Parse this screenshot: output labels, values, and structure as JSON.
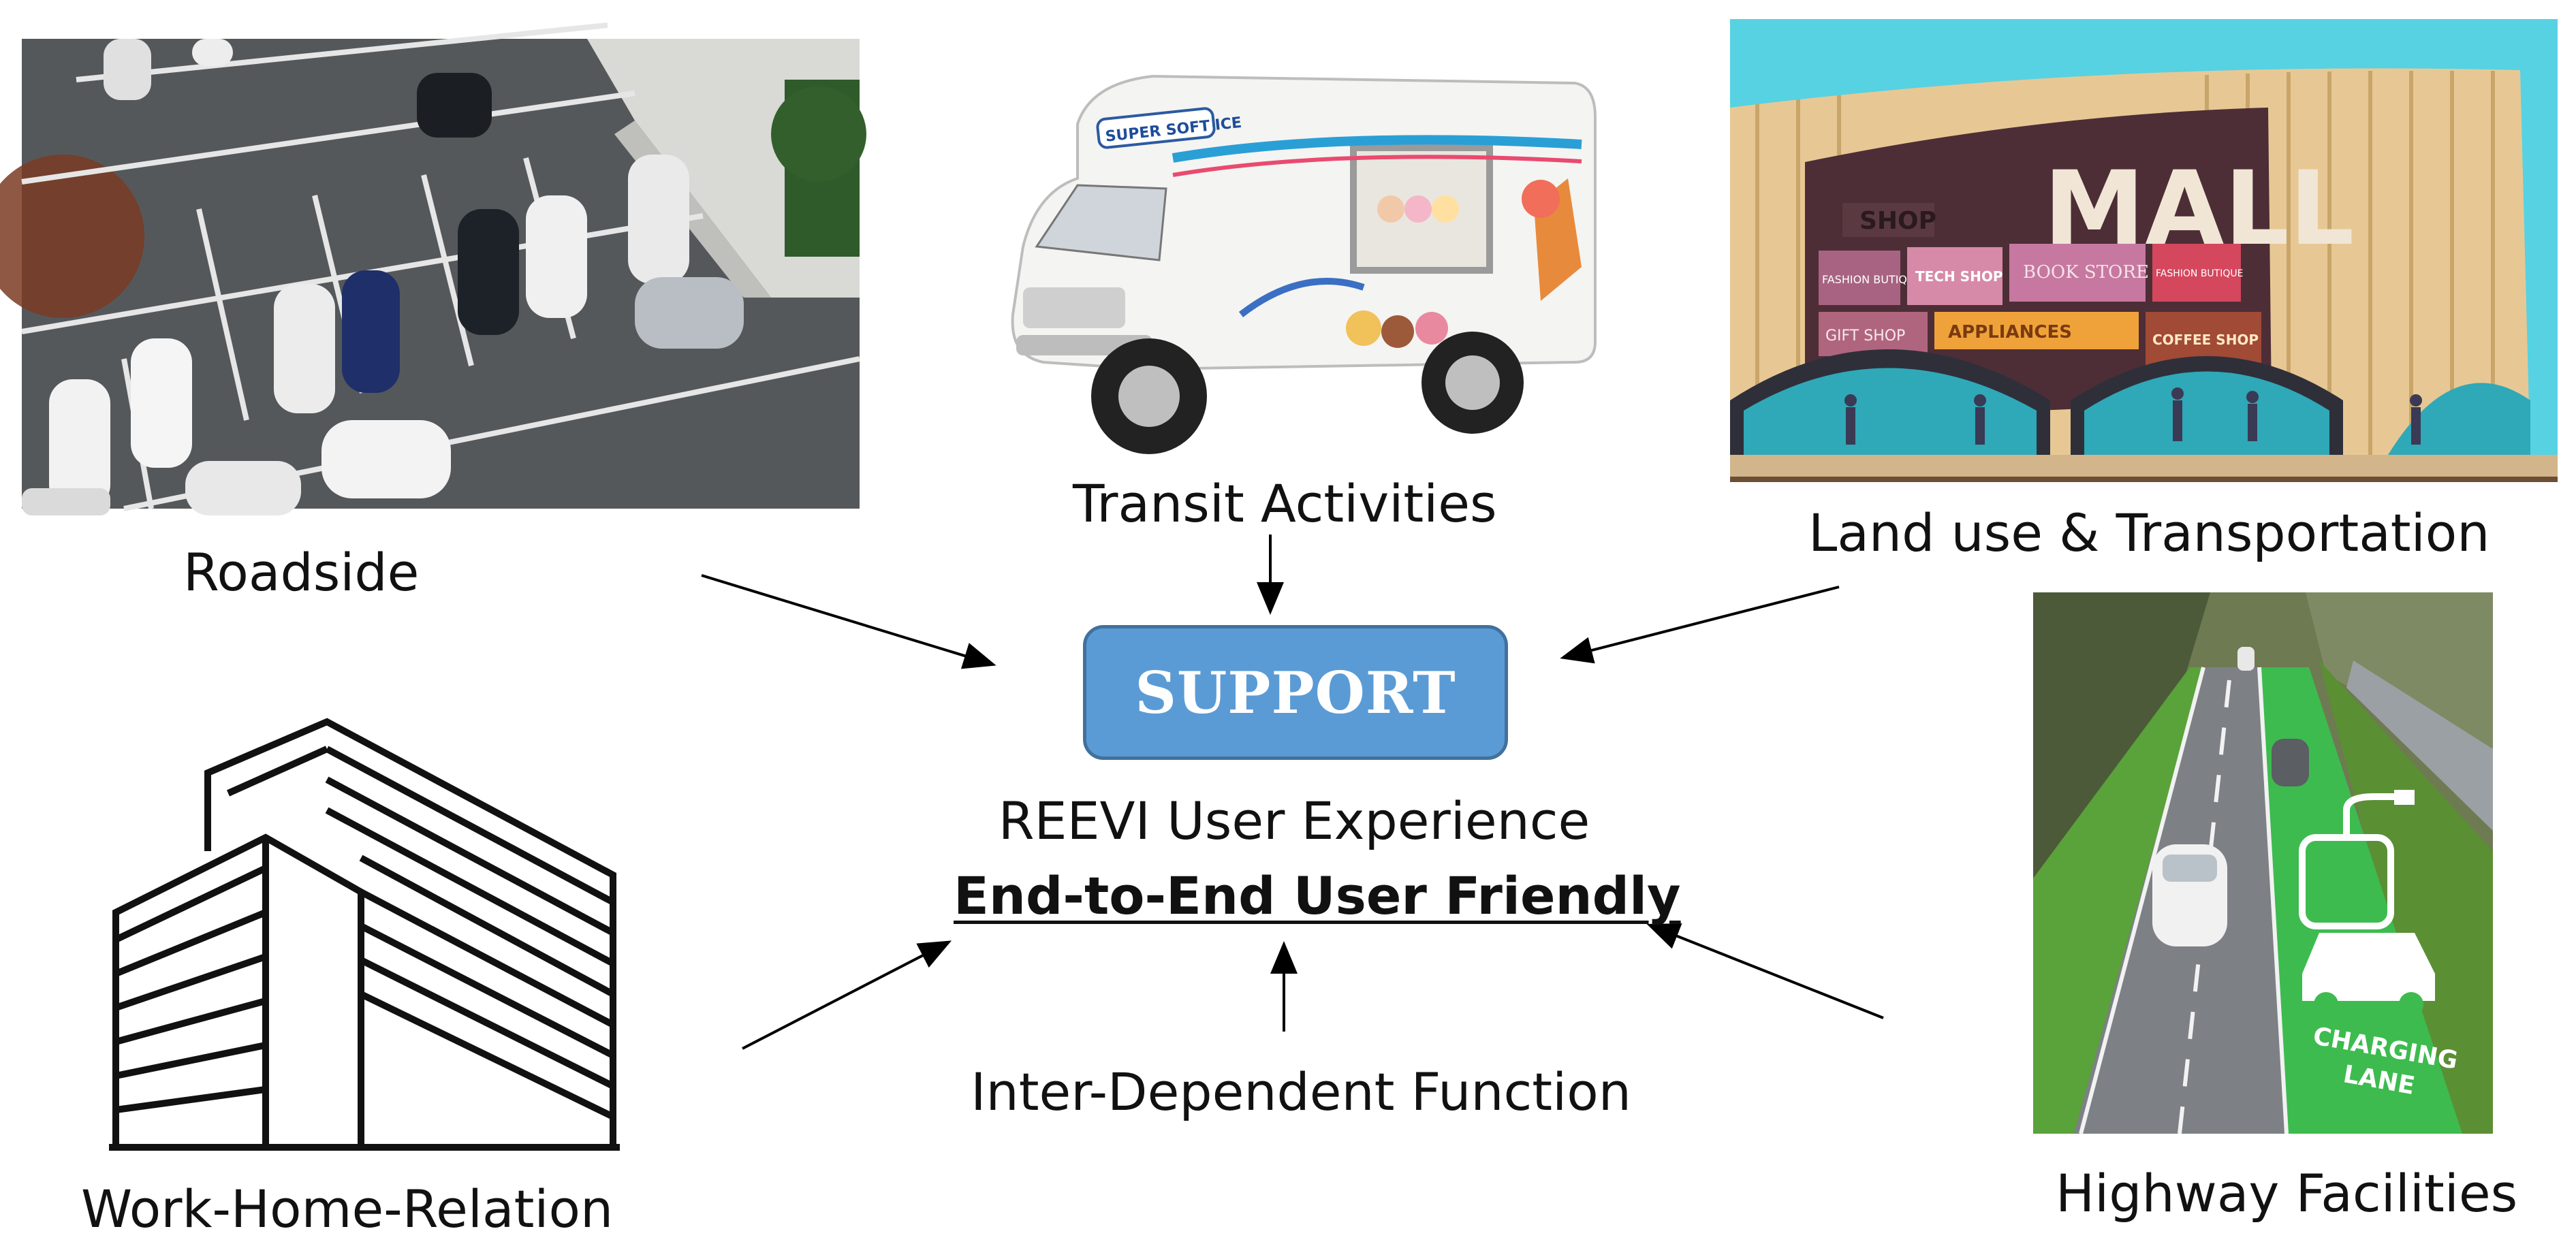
{
  "center": {
    "support_label": "SUPPORT",
    "experience_label": "REEVI User Experience",
    "friendly_label": "End-to-End User Friendly",
    "function_label": "Inter-Dependent Function"
  },
  "nodes": {
    "roadside": {
      "label": "Roadside",
      "icon": "parking-lot-photo-icon"
    },
    "transit": {
      "label": "Transit Activities",
      "icon": "food-truck-photo-icon",
      "truck_sign": "SUPER SOFT ICE"
    },
    "landuse": {
      "label": "Land use & Transportation",
      "icon": "mall-illustration-icon",
      "mall_title": "MALL",
      "shops": [
        "SHOP",
        "FASHION BUTIQUE",
        "TECH SHOP",
        "BOOK STORE",
        "FASHION BUTIQUE",
        "GIFT SHOP",
        "APPLIANCES",
        "COFFEE SHOP"
      ]
    },
    "work": {
      "label": "Work-Home-Relation",
      "icon": "building-outline-icon"
    },
    "highway": {
      "label": "Highway Facilities",
      "icon": "charging-lane-photo-icon",
      "lane_text_1": "CHARGING",
      "lane_text_2": "LANE"
    }
  },
  "colors": {
    "support_fill": "#5b9bd5",
    "support_border": "#41719c",
    "arrow": "#000000",
    "lane_green": "#3dbb4f",
    "mall_sky": "#4ccfe0"
  }
}
